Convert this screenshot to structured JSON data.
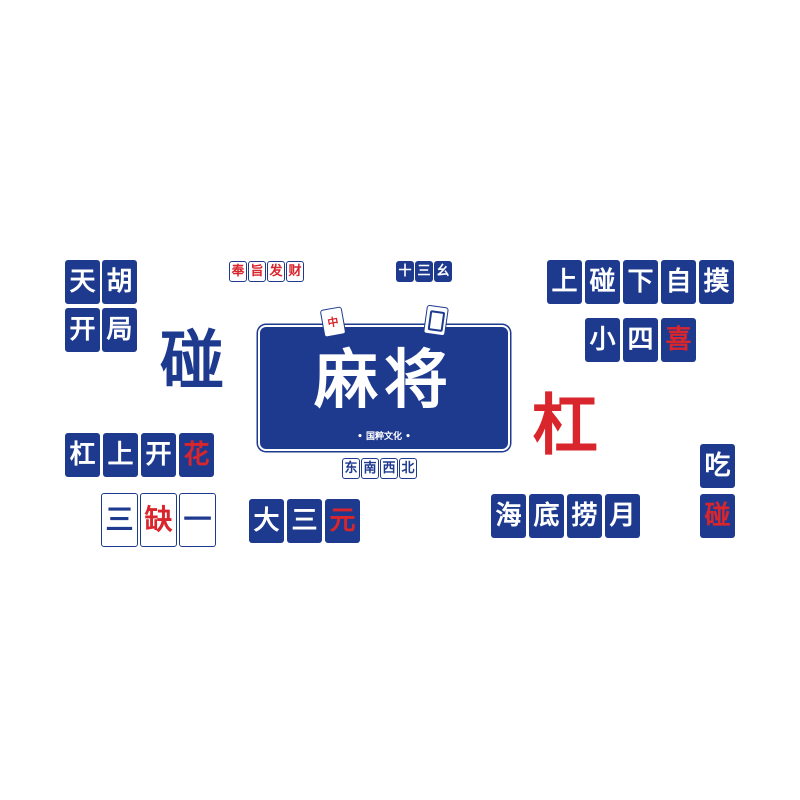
{
  "sign": {
    "title": "麻将",
    "subtitle": "• 国粹文化 •",
    "pin_left": "中"
  },
  "left_vertical": [
    "天",
    "胡",
    "开",
    "局"
  ],
  "peng_large": "碰",
  "gang_large": "杠",
  "fengzhi": [
    "奉",
    "旨",
    "发",
    "财"
  ],
  "shisanyao": [
    "十",
    "三",
    "幺"
  ],
  "dongnanxibei": [
    "东",
    "南",
    "西",
    "北"
  ],
  "gangshangkaihua": [
    "杠",
    "上",
    "开",
    "花"
  ],
  "sanqueyi": [
    "三",
    "缺",
    "一"
  ],
  "dasanyuan": [
    "大",
    "三",
    "元"
  ],
  "haidilaoyue": [
    "海",
    "底",
    "捞",
    "月"
  ],
  "shangpeng": [
    "上",
    "碰",
    "下",
    "自",
    "摸"
  ],
  "xiaosixi": [
    "小",
    "四",
    "喜"
  ],
  "chipeng": [
    "吃",
    "碰"
  ]
}
